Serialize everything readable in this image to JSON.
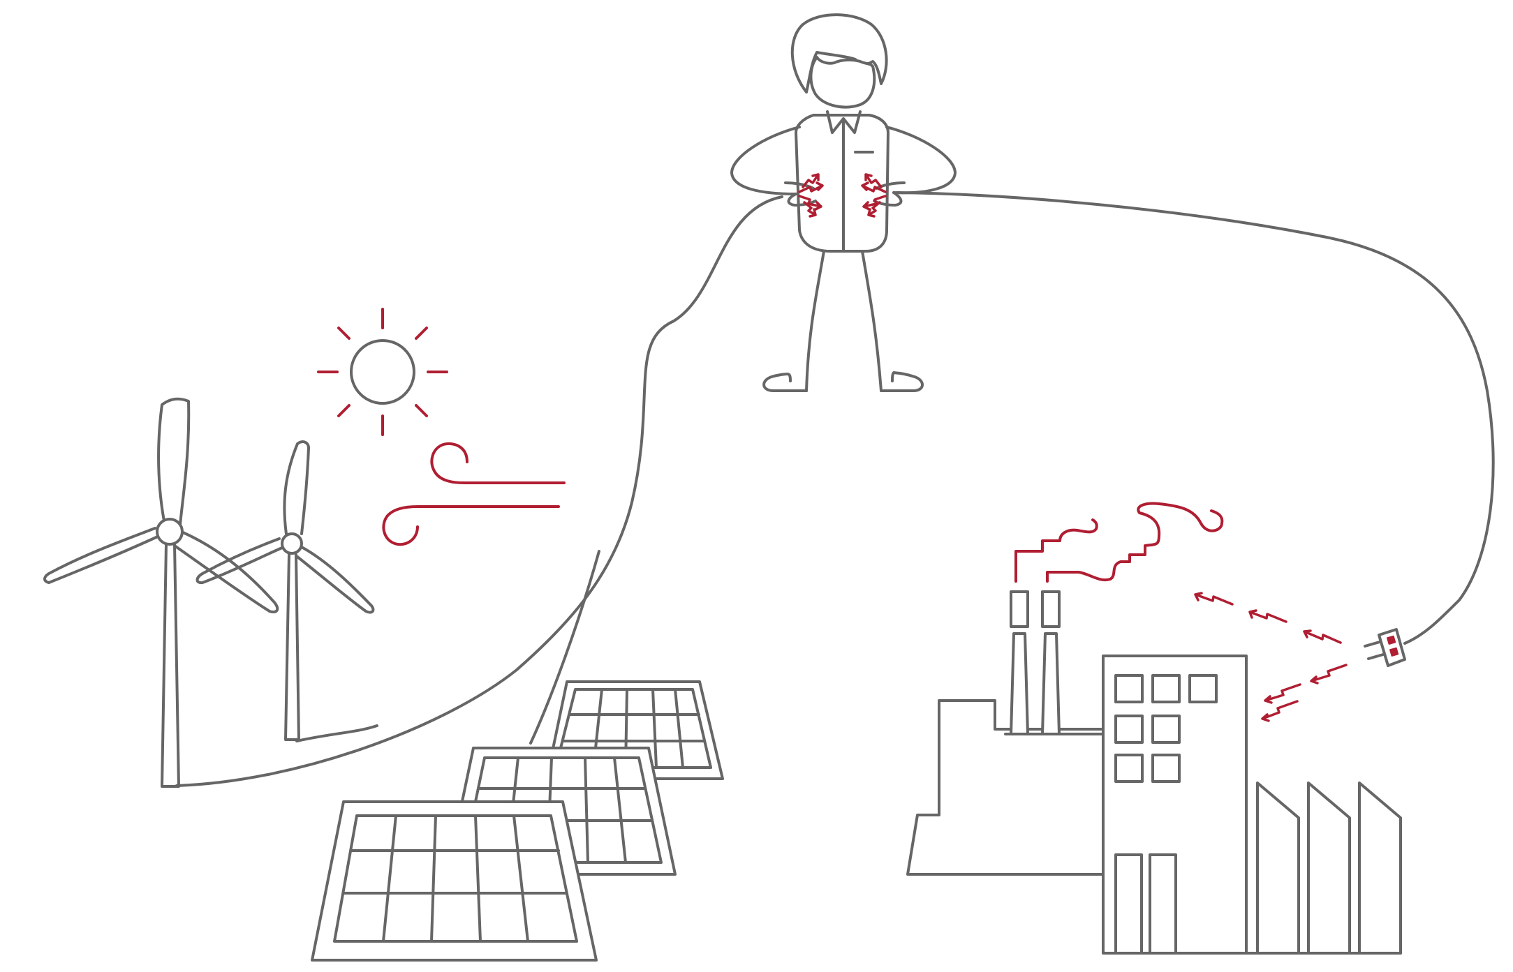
{
  "illustration": {
    "colors": {
      "line": "#666666",
      "accent": "#b01e32",
      "background": "#ffffff"
    },
    "elements": [
      "sun-icon",
      "wind-gust-icon",
      "wind-turbine-large",
      "wind-turbine-small",
      "solar-panel-front",
      "solar-panel-middle",
      "solar-panel-back",
      "person-holding-cables",
      "power-cable",
      "electric-plug-icon",
      "factory",
      "smokestack-smoke",
      "lightning-bolt-icon"
    ]
  }
}
